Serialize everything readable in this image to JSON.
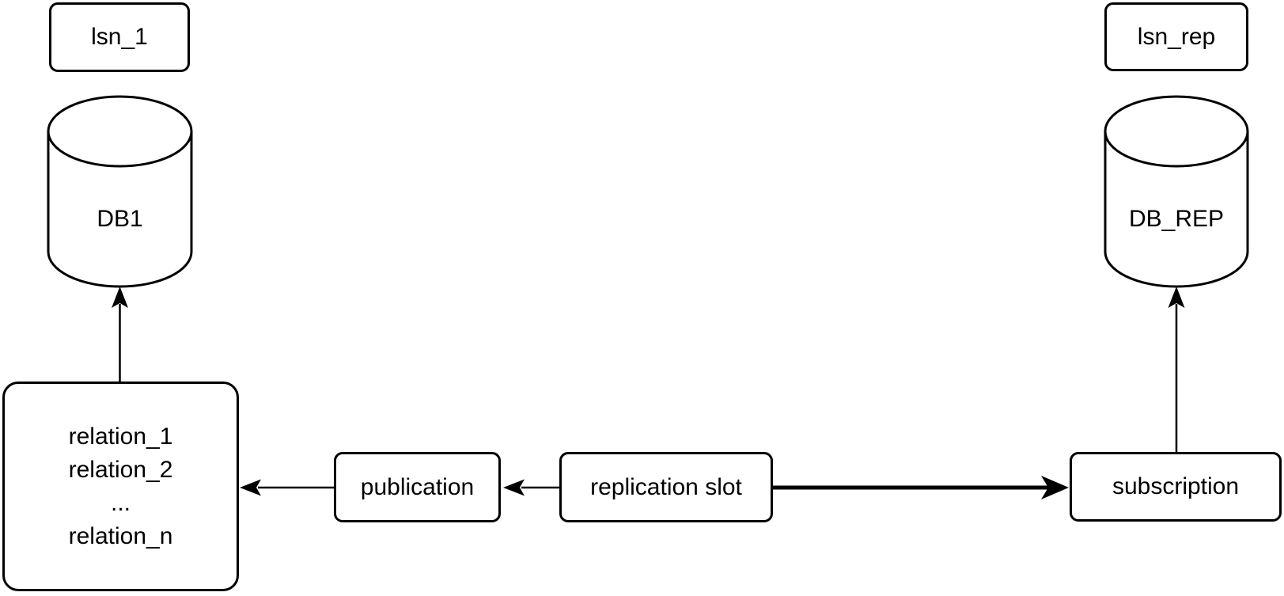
{
  "diagram": {
    "type": "flow-diagram",
    "background_color": "#ffffff",
    "stroke_color": "#000000",
    "fill_color": "#ffffff",
    "nodes": {
      "lsn_source": {
        "label": "lsn_1",
        "shape": "rounded-rectangle"
      },
      "db_source": {
        "label": "DB1",
        "shape": "database-cylinder"
      },
      "relations": {
        "shape": "rounded-rectangle",
        "lines": [
          "relation_1",
          "relation_2",
          "...",
          "relation_n"
        ]
      },
      "publication": {
        "label": "publication",
        "shape": "rounded-rectangle"
      },
      "replication_slot": {
        "label": "replication slot",
        "shape": "rounded-rectangle"
      },
      "subscription": {
        "label": "subscription",
        "shape": "rounded-rectangle"
      },
      "db_replica": {
        "label": "DB_REP",
        "shape": "database-cylinder"
      },
      "lsn_replica": {
        "label": "lsn_rep",
        "shape": "rounded-rectangle"
      }
    },
    "edges": [
      {
        "from": "relations",
        "to": "db_source",
        "direction": "up",
        "weight": "thin"
      },
      {
        "from": "publication",
        "to": "relations",
        "direction": "left",
        "weight": "thin"
      },
      {
        "from": "replication_slot",
        "to": "publication",
        "direction": "left",
        "weight": "thin"
      },
      {
        "from": "replication_slot",
        "to": "subscription",
        "direction": "right",
        "weight": "thick"
      },
      {
        "from": "subscription",
        "to": "db_replica",
        "direction": "up",
        "weight": "thin"
      }
    ]
  }
}
